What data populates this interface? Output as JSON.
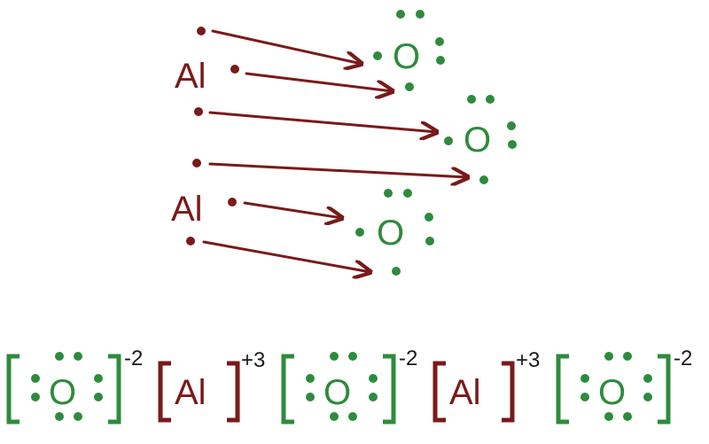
{
  "colors": {
    "aluminum": "#7a1a1a",
    "oxygen": "#2e8b3d",
    "background": "#ffffff"
  },
  "top": {
    "aluminum_atoms": [
      {
        "symbol": "Al",
        "valence_electrons": 3
      },
      {
        "symbol": "Al",
        "valence_electrons": 3
      }
    ],
    "oxygen_atoms": [
      {
        "symbol": "O",
        "valence_electrons": 6
      },
      {
        "symbol": "O",
        "valence_electrons": 6
      },
      {
        "symbol": "O",
        "valence_electrons": 6
      }
    ],
    "electron_transfers": 6
  },
  "bottom": {
    "ions": [
      {
        "symbol": "O",
        "charge": "-2",
        "kind": "oxygen",
        "electrons": 8
      },
      {
        "symbol": "Al",
        "charge": "+3",
        "kind": "aluminum",
        "electrons": 0
      },
      {
        "symbol": "O",
        "charge": "-2",
        "kind": "oxygen",
        "electrons": 8
      },
      {
        "symbol": "Al",
        "charge": "+3",
        "kind": "aluminum",
        "electrons": 0
      },
      {
        "symbol": "O",
        "charge": "-2",
        "kind": "oxygen",
        "electrons": 8
      }
    ]
  }
}
